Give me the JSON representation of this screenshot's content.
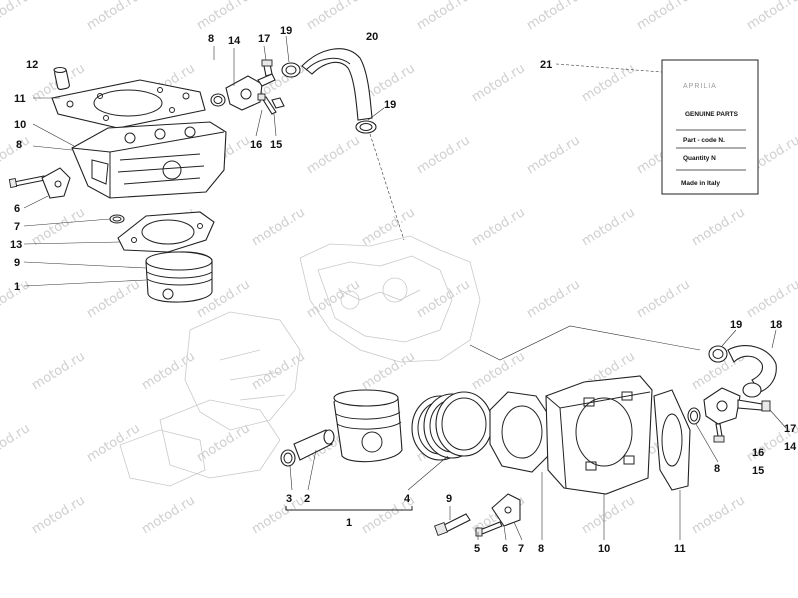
{
  "watermark": "motod.ru",
  "card": {
    "brand": "APRILIA",
    "lines": [
      "GENUINE PARTS",
      "Part - code N.",
      "Quantity N",
      "Made in Italy"
    ]
  },
  "callouts": {
    "c8a": "8",
    "c14a": "14",
    "c17a": "17",
    "c19a": "19",
    "c20": "20",
    "c21": "21",
    "c12": "12",
    "c11a": "11",
    "c10a": "10",
    "c8b": "8",
    "c19b": "19",
    "c16a": "16",
    "c15a": "15",
    "c6a": "6",
    "c7a": "7",
    "c13": "13",
    "c9a": "9",
    "c1a": "1",
    "c19c": "19",
    "c18": "18",
    "c17b": "17",
    "c14b": "14",
    "c16b": "16",
    "c15b": "15",
    "c8c": "8",
    "c3": "3",
    "c2": "2",
    "c4": "4",
    "c1b": "1",
    "c9b": "9",
    "c5": "5",
    "c6b": "6",
    "c7b": "7",
    "c8d": "8",
    "c10b": "10",
    "c11b": "11"
  }
}
